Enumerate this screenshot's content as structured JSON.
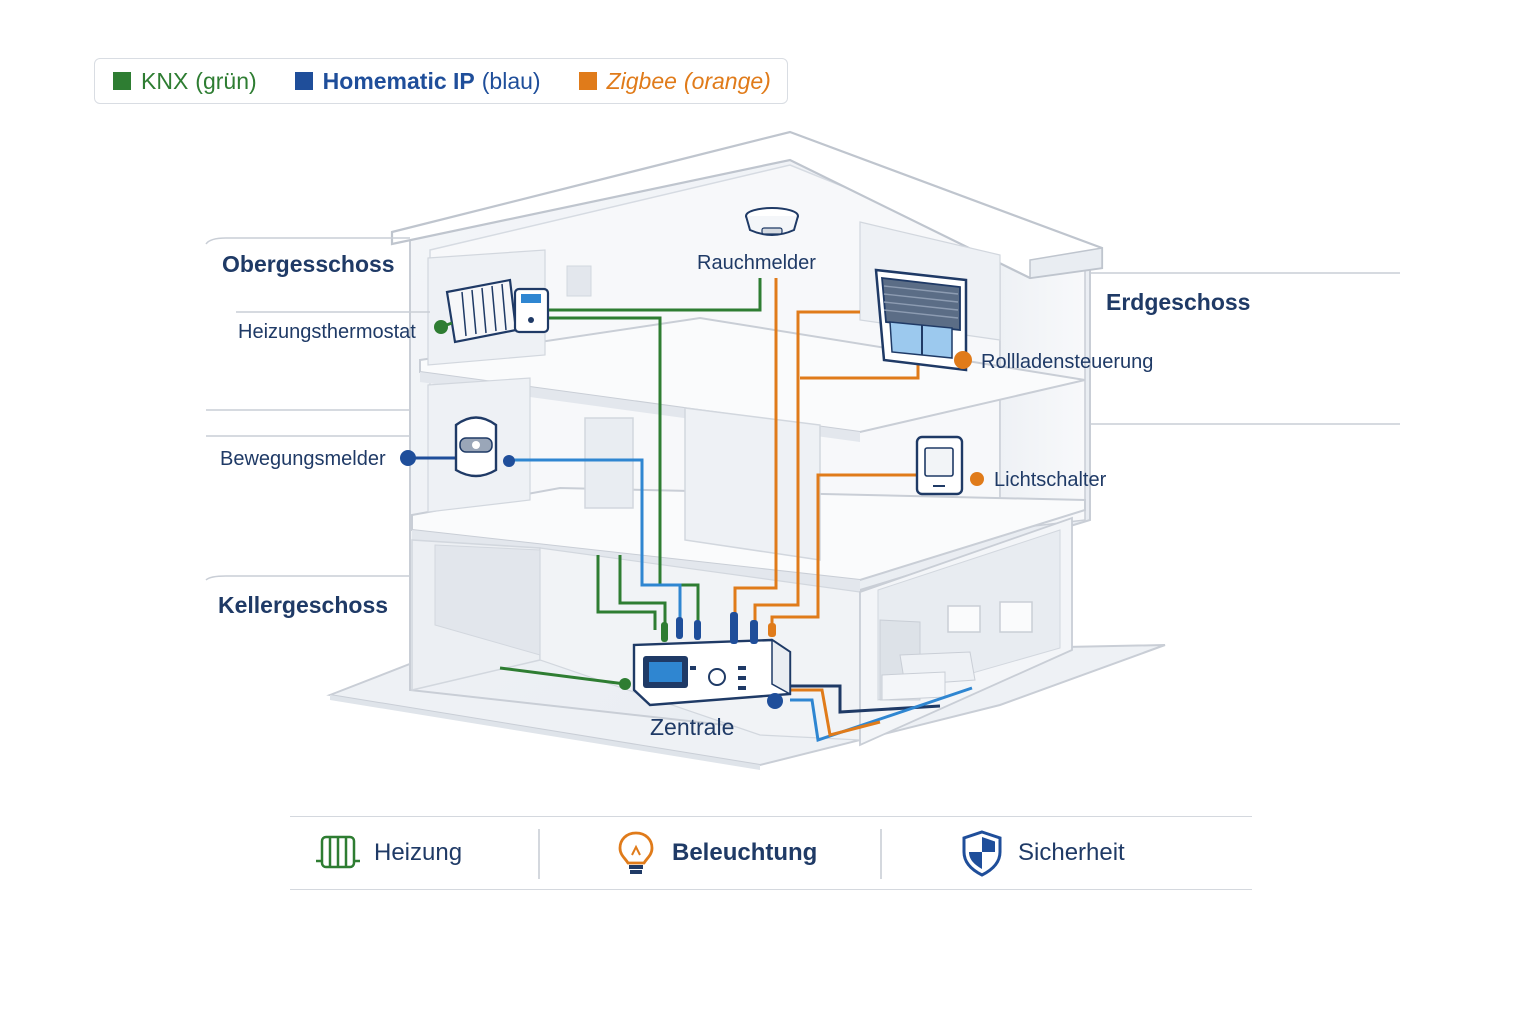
{
  "legend": [
    {
      "name": "KNX",
      "note": "(grün)",
      "color": "#2e7d32"
    },
    {
      "name": "Homematic IP",
      "note": "(blau)",
      "color": "#1f4e9a"
    },
    {
      "name": "Zigbee",
      "note": "(orange)",
      "color": "#e07b1a"
    }
  ],
  "floors": {
    "upper": "Obergesschoss",
    "ground": "Erdgeschoss",
    "basement": "Kellergeschoss"
  },
  "devices": {
    "thermostat": "Heizungsthermostat",
    "smoke": "Rauchmelder",
    "shutter": "Rollladensteuerung",
    "motion": "Bewegungsmelder",
    "switch": "Lichtschalter",
    "hub": "Zentrale"
  },
  "categories": [
    {
      "label": "Heizung",
      "icon": "radiator-icon",
      "bold": false
    },
    {
      "label": "Beleuchtung",
      "icon": "light-bulb-icon",
      "bold": true
    },
    {
      "label": "Sicherheit",
      "icon": "shield-icon",
      "bold": false
    }
  ],
  "colors": {
    "knx": "#2e7d32",
    "homematic": "#1f4e9a",
    "homematic_light": "#2f86d1",
    "zigbee": "#e07b1a",
    "text_dark": "#1f3a66"
  }
}
